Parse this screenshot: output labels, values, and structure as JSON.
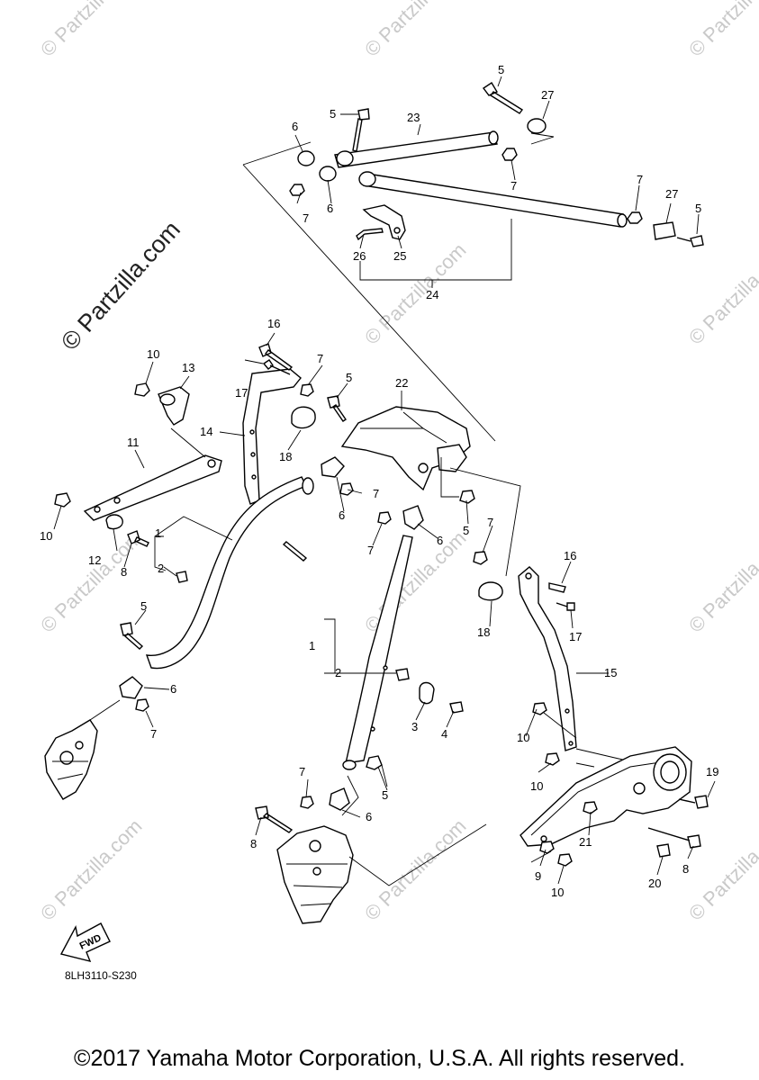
{
  "watermark": {
    "main": "© Partzilla.com",
    "repeat": "© Partzilla.com"
  },
  "diagram_code": "8LH3110-S230",
  "fwd_label": "FWD",
  "copyright": "©2017 Yamaha Motor Corporation, U.S.A. All rights reserved.",
  "callouts": {
    "c1a": "1",
    "c1b": "1",
    "c2a": "2",
    "c2b": "2",
    "c3": "3",
    "c4": "4",
    "c5a": "5",
    "c5b": "5",
    "c5c": "5",
    "c5d": "5",
    "c5e": "5",
    "c5f": "5",
    "c5g": "5",
    "c6a": "6",
    "c6b": "6",
    "c6c": "6",
    "c6d": "6",
    "c6e": "6",
    "c6f": "6",
    "c7a": "7",
    "c7b": "7",
    "c7c": "7",
    "c7d": "7",
    "c7e": "7",
    "c7f": "7",
    "c7g": "7",
    "c7h": "7",
    "c7i": "7",
    "c8a": "8",
    "c8b": "8",
    "c8c": "8",
    "c9": "9",
    "c10a": "10",
    "c10b": "10",
    "c10c": "10",
    "c10d": "10",
    "c10e": "10",
    "c11": "11",
    "c12": "12",
    "c13": "13",
    "c14": "14",
    "c15": "15",
    "c16a": "16",
    "c16b": "16",
    "c17a": "17",
    "c17b": "17",
    "c18a": "18",
    "c18b": "18",
    "c19": "19",
    "c20": "20",
    "c21": "21",
    "c22": "22",
    "c23": "23",
    "c24": "24",
    "c25": "25",
    "c26": "26",
    "c27a": "27",
    "c27b": "27"
  }
}
